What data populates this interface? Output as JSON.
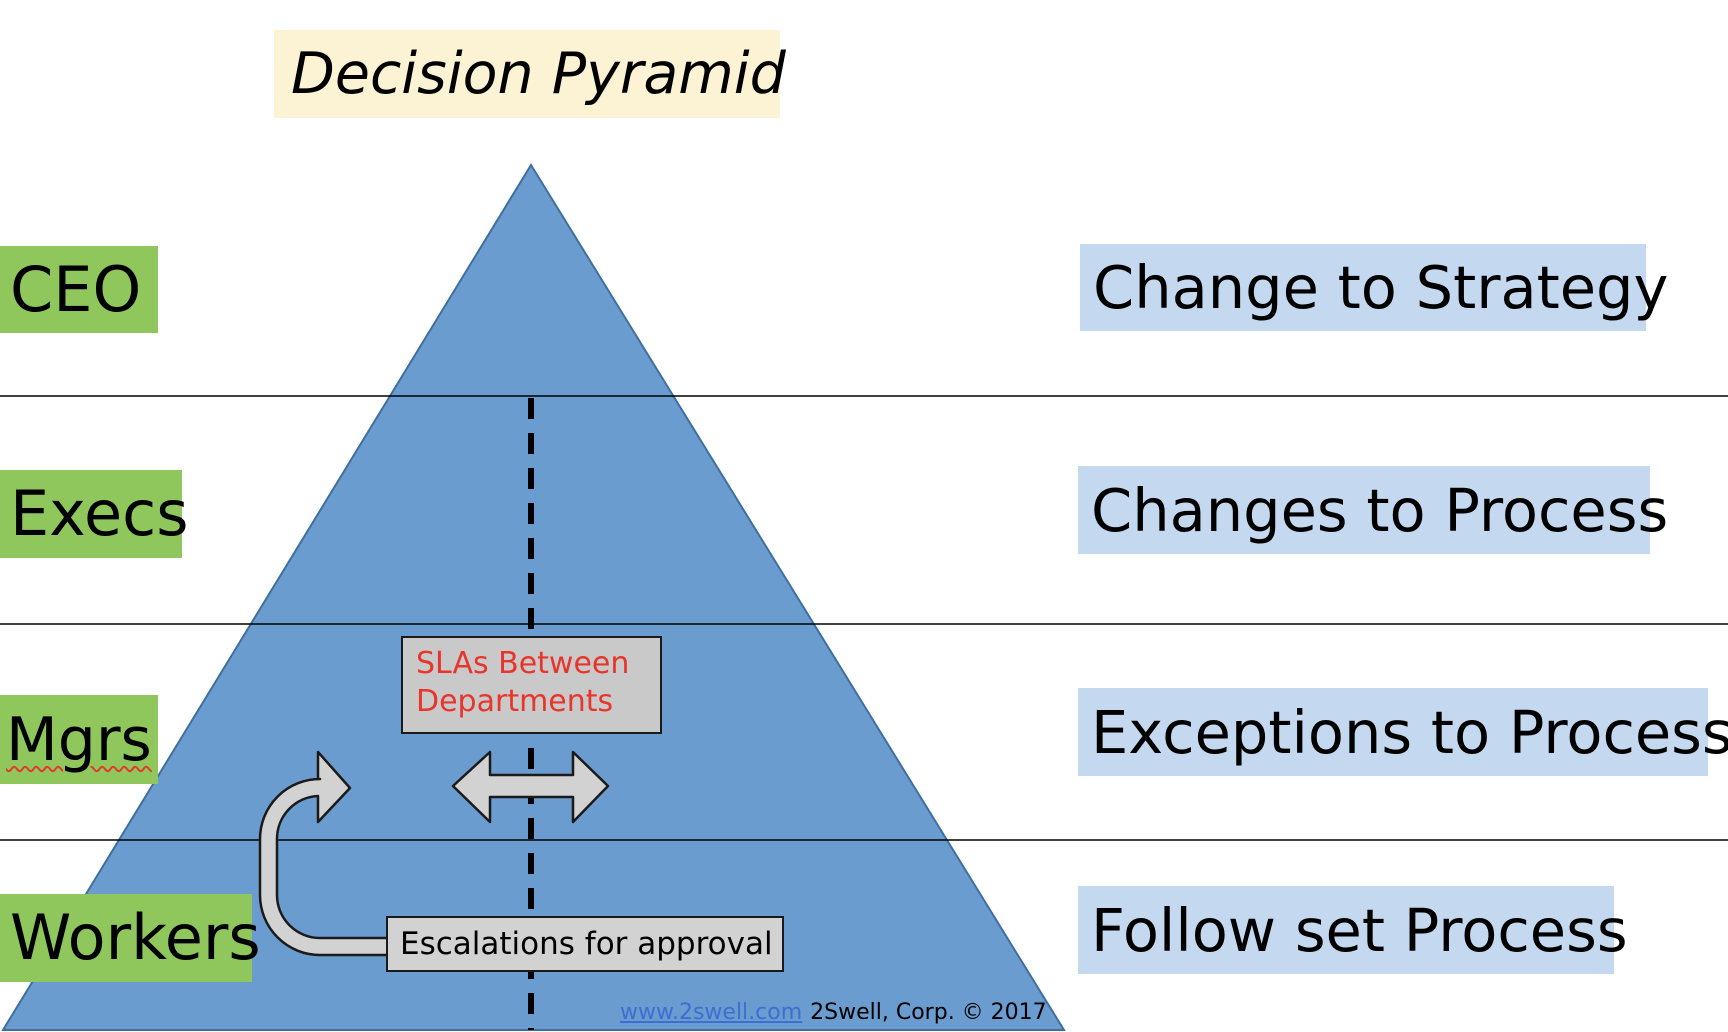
{
  "title": "Decision Pyramid",
  "roles": [
    "CEO",
    "Execs",
    "Mgrs",
    "Workers"
  ],
  "actions": [
    "Change to Strategy",
    "Changes to Process",
    "Exceptions to Process",
    "Follow set Process"
  ],
  "callouts": {
    "sla": "SLAs Between Departments",
    "escalation": "Escalations for approval"
  },
  "credit": {
    "link": "www.2swell.com",
    "text": "2Swell, Corp. © 2017"
  },
  "colors": {
    "pyramid": "#6a9ccf",
    "role_fill": "#8fc75c",
    "action_fill": "#c4d9ef",
    "title_fill": "#fcf2d4",
    "sla_text": "#e8352b",
    "arrow_fill": "#d2d2d2"
  }
}
